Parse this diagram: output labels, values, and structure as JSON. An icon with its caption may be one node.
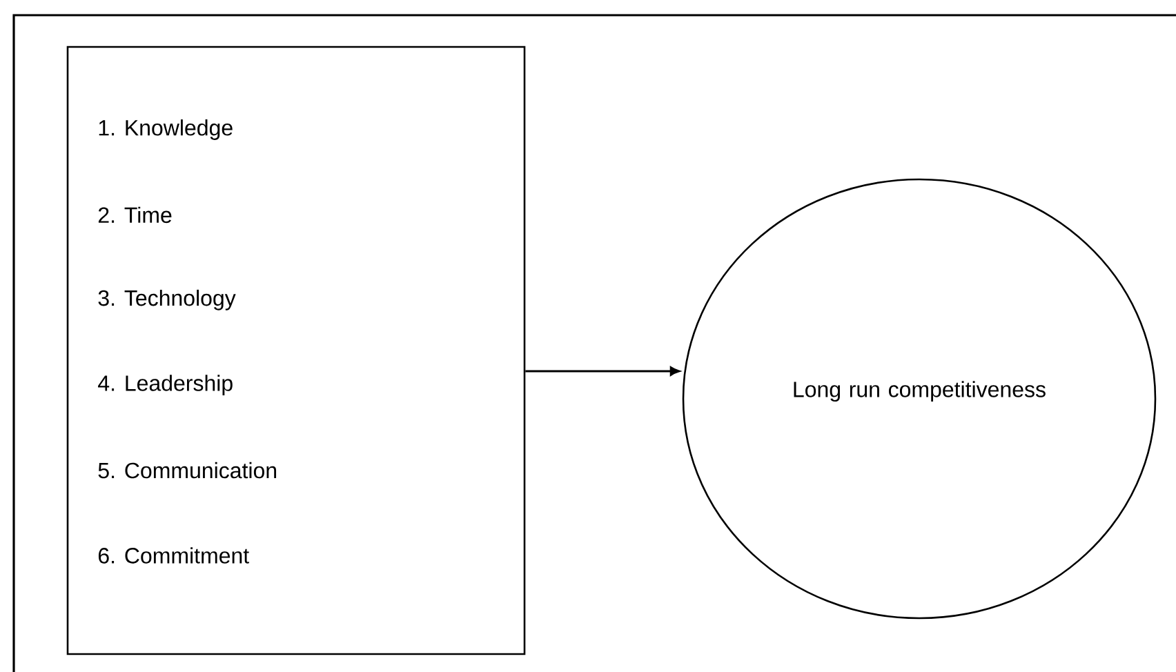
{
  "diagram": {
    "nodes": [
      {
        "text": [
          "1. Knowledge",
          "2. Time",
          "3. Technology",
          "4. Leadership",
          "5. Communication",
          "6. Commitment"
        ]
      },
      {
        "text": [
          "Long run competitiveness"
        ]
      }
    ],
    "edges": [
      {
        "from": 0,
        "to": 1,
        "arrow": "to"
      }
    ]
  }
}
